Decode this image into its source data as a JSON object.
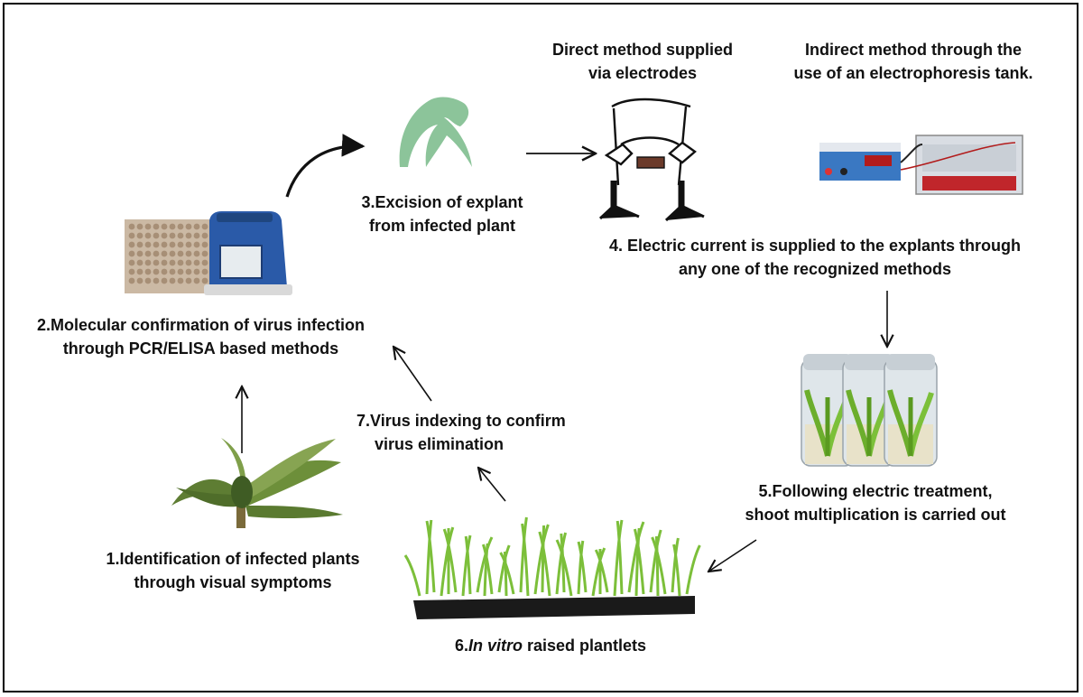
{
  "colors": {
    "arrow": "#111111",
    "leaf_green": "#8cc49a",
    "plant_green": "#6d8f3a",
    "seedling_green": "#8fcf3c",
    "tray_black": "#1a1a1a",
    "device_blue": "#2a5aa8",
    "device_red": "#c0262b"
  },
  "steps": {
    "step1": {
      "line1": "1.Identification of infected plants",
      "line2": "through visual symptoms"
    },
    "step2": {
      "line1": "2.Molecular confirmation of virus infection",
      "line2": "through PCR/ELISA based methods"
    },
    "step3": {
      "line1": "3.Excision of explant",
      "line2": "from infected plant"
    },
    "step4": {
      "line1": "4. Electric current is supplied to the explants through",
      "line2": "any one of the recognized methods"
    },
    "step5": {
      "line1": "5.Following electric treatment,",
      "line2": "shoot multiplication is carried out"
    },
    "step6": {
      "prefix": "6.",
      "italic": "In vitro",
      "suffix": " raised plantlets"
    },
    "step7": {
      "line1": "7.Virus indexing to confirm",
      "line2": "virus elimination"
    }
  },
  "methods": {
    "direct": {
      "line1": "Direct method supplied",
      "line2": "via electrodes"
    },
    "indirect": {
      "line1": "Indirect method through the",
      "line2": "use of an electrophoresis tank."
    }
  },
  "icons": {
    "banana_plant": "banana-plant-icon",
    "pcr_machine": "pcr-machine-icon",
    "explant": "explant-icon",
    "electrodes": "electrode-stand-icon",
    "electrophoresis": "electrophoresis-tank-icon",
    "culture_jars": "culture-jars-icon",
    "plantlet_tray": "plantlet-tray-icon"
  }
}
